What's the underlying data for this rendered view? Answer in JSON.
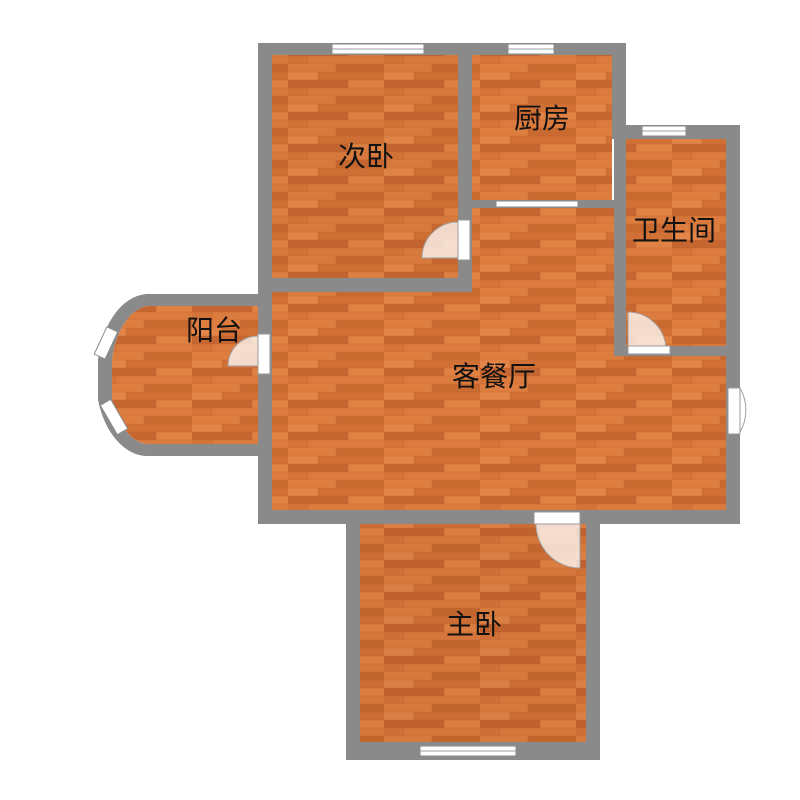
{
  "floor_plan": {
    "rooms": [
      {
        "id": "second-bedroom",
        "label": "次卧"
      },
      {
        "id": "kitchen",
        "label": "厨房"
      },
      {
        "id": "bathroom",
        "label": "卫生间"
      },
      {
        "id": "balcony",
        "label": "阳台"
      },
      {
        "id": "living-dining",
        "label": "客餐厅"
      },
      {
        "id": "master-bedroom",
        "label": "主卧"
      }
    ],
    "colors": {
      "wall": "#8a8a8a",
      "floor_base": "#d9773a",
      "floor_dark": "#c4642c",
      "floor_light": "#e58a4a",
      "window": "#ffffff",
      "background": "#ffffff"
    }
  }
}
